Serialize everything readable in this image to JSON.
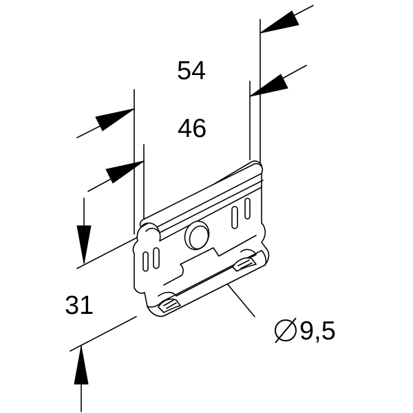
{
  "drawing": {
    "dimensions": {
      "outer_width": "54",
      "inner_width": "46",
      "height": "31",
      "hole_diameter": "9,5"
    },
    "line_color": "#000000",
    "part_fill": "#ffffff"
  }
}
